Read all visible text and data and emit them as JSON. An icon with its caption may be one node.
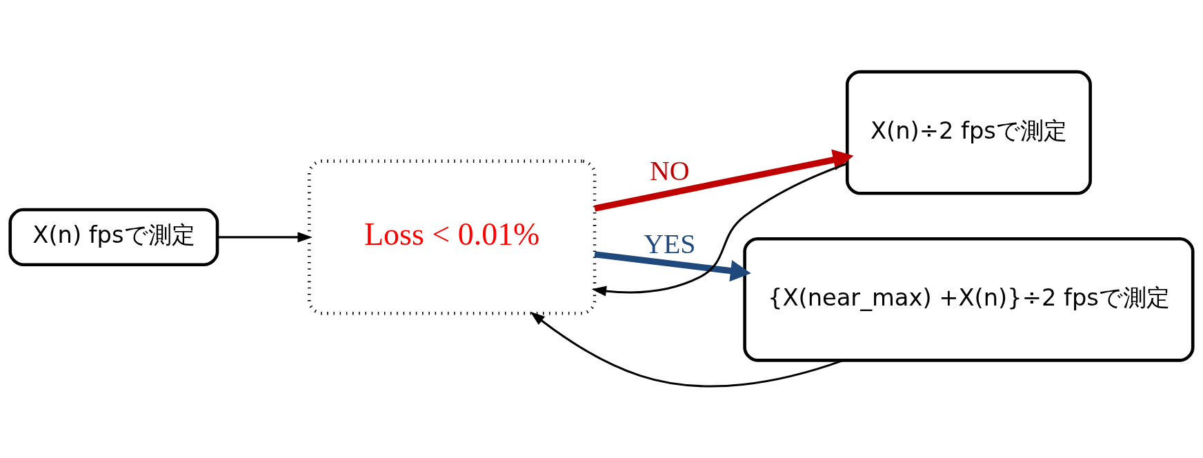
{
  "diagram": {
    "nodes": [
      {
        "text": [
          "X(n) fpsで測定"
        ]
      },
      {
        "text": [
          "Loss < 0.01%"
        ]
      },
      {
        "text": [
          "X(n)÷2 fpsで測定"
        ]
      },
      {
        "text": [
          "{X(near_max) +X(n)}÷2 fpsで測定"
        ]
      }
    ],
    "edges": [
      {
        "from": 0,
        "to": 1,
        "arrow": "to"
      },
      {
        "from": 1,
        "to": 2,
        "arrow": "to",
        "label": "NO",
        "style": "thick",
        "color": "#c00000"
      },
      {
        "from": 1,
        "to": 3,
        "arrow": "to",
        "label": "YES",
        "style": "thick",
        "color": "#1f497d"
      },
      {
        "from": 2,
        "to": 1,
        "arrow": "to"
      },
      {
        "from": 3,
        "to": 1,
        "arrow": "to"
      }
    ]
  }
}
